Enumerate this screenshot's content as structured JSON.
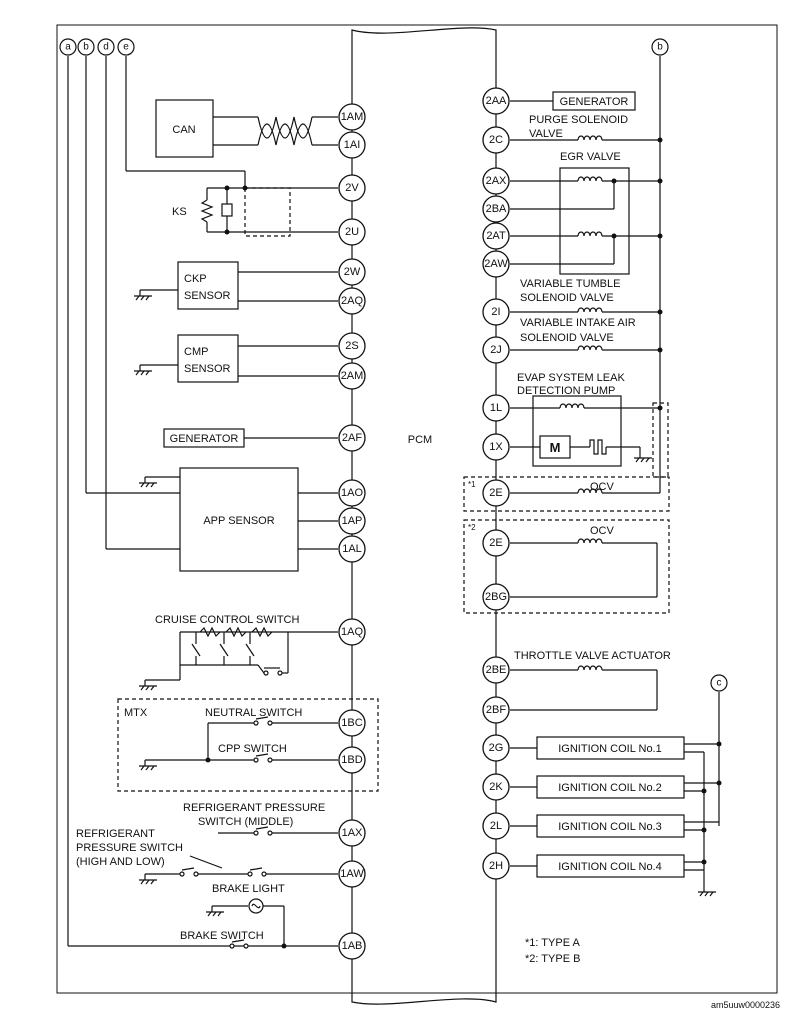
{
  "pcm_label": "PCM",
  "connectors": {
    "a": "a",
    "b": "b",
    "c": "c",
    "d": "d",
    "e": "e"
  },
  "pins": {
    "p1AM": "1AM",
    "p1AI": "1AI",
    "p2V": "2V",
    "p2U": "2U",
    "p2W": "2W",
    "p2AQ": "2AQ",
    "p2S": "2S",
    "p2AM": "2AM",
    "p2AF": "2AF",
    "p1AO": "1AO",
    "p1AP": "1AP",
    "p1AL": "1AL",
    "p1AQ": "1AQ",
    "p1BC": "1BC",
    "p1BD": "1BD",
    "p1AX": "1AX",
    "p1AW": "1AW",
    "p1AB": "1AB",
    "p2AA": "2AA",
    "p2C": "2C",
    "p2AX": "2AX",
    "p2BA": "2BA",
    "p2AT": "2AT",
    "p2AW": "2AW",
    "p2I": "2I",
    "p2J": "2J",
    "p1L": "1L",
    "p1X": "1X",
    "p2E_a": "2E",
    "p2E_b": "2E",
    "p2BG": "2BG",
    "p2BE": "2BE",
    "p2BF": "2BF",
    "p2G": "2G",
    "p2K": "2K",
    "p2L": "2L",
    "p2H": "2H"
  },
  "labels": {
    "can": "CAN",
    "ks": "KS",
    "ckp_1": "CKP",
    "ckp_2": "SENSOR",
    "cmp_1": "CMP",
    "cmp_2": "SENSOR",
    "generator_left": "GENERATOR",
    "app_sensor": "APP SENSOR",
    "cruise_switch": "CRUISE CONTROL SWITCH",
    "mtx": "MTX",
    "neutral_switch": "NEUTRAL SWITCH",
    "cpp_switch": "CPP SWITCH",
    "refrig_middle_1": "REFRIGERANT PRESSURE",
    "refrig_middle_2": "SWITCH (MIDDLE)",
    "refrig_hl_1": "REFRIGERANT",
    "refrig_hl_2": "PRESSURE SWITCH",
    "refrig_hl_3": "(HIGH AND LOW)",
    "brake_light": "BRAKE LIGHT",
    "brake_switch": "BRAKE SWITCH",
    "generator_right": "GENERATOR",
    "purge_1": "PURGE SOLENOID",
    "purge_2": "VALVE",
    "egr_valve": "EGR  VALVE",
    "tumble_1": "VARIABLE TUMBLE",
    "tumble_2": "SOLENOID VALVE",
    "intake_1": "VARIABLE INTAKE AIR",
    "intake_2": "SOLENOID VALVE",
    "evap_1": "EVAP SYSTEM LEAK",
    "evap_2": "DETECTION PUMP",
    "motor": "M",
    "ocv_a": "OCV",
    "ocv_b": "OCV",
    "type_a_mark": "*1",
    "type_b_mark": "*2",
    "throttle": "THROTTLE VALVE ACTUATOR",
    "coil1": "IGNITION COIL No.1",
    "coil2": "IGNITION COIL No.2",
    "coil3": "IGNITION COIL No.3",
    "coil4": "IGNITION COIL No.4",
    "legend_a": "*1: TYPE A",
    "legend_b": "*2: TYPE B",
    "doc_id": "am5uuw0000236"
  }
}
